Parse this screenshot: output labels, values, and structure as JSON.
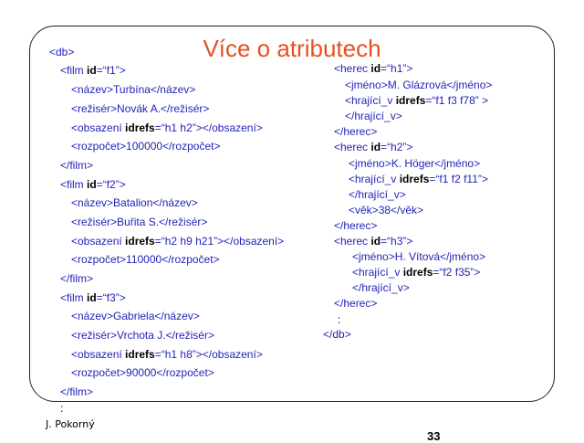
{
  "slide": {
    "title": "Více o atributech",
    "author": "J. Pokorný",
    "page_number": "33",
    "trailing_colon_left": ":",
    "left_lines": [
      [
        "<db>"
      ],
      [
        "<film ",
        "id",
        "=“f1”>"
      ],
      [
        "<název>Turbína</název>"
      ],
      [
        "<režisér>Novák A.</režisér>"
      ],
      [
        "<obsazení ",
        "idrefs",
        "=“h1 h2”></obsazení>"
      ],
      [
        "<rozpočet>100000</rozpočet>"
      ],
      [
        "</film>"
      ],
      [
        "<film ",
        "id",
        "=“f2”>"
      ],
      [
        "<název>Batalion</název>"
      ],
      [
        "<režisér>Buřita S.</režisér>"
      ],
      [
        "<obsazení ",
        "idrefs",
        "=“h2 h9 h21”></obsazení>"
      ],
      [
        "<rozpočet>110000</rozpočet>"
      ],
      [
        "</film>"
      ],
      [
        "<film ",
        "id",
        "=“f3”>"
      ],
      [
        "<název>Gabriela</název>"
      ],
      [
        "<režisér>Vrchota J.</režisér>"
      ],
      [
        "<obsazení ",
        "idrefs",
        "=“h1 h8”></obsazení>"
      ],
      [
        "<rozpočet>90000</rozpočet>"
      ],
      [
        "</film>"
      ]
    ],
    "right_lines": [
      [
        "<herec ",
        "id",
        "=“h1”>"
      ],
      [
        "<jméno>M. Glázrová</jméno>"
      ],
      [
        "<hrající_v ",
        "idrefs",
        "=“f1 f3 f78” >"
      ],
      [
        "</hrající_v>"
      ],
      [
        "</herec>"
      ],
      [
        "<herec ",
        "id",
        "=“h2”>"
      ],
      [
        "<jméno>K. Höger</jméno>"
      ],
      [
        "<hrající_v ",
        "idrefs",
        "=“f1 f2 f11”>"
      ],
      [
        "</hrající_v>"
      ],
      [
        "<věk>38</věk>"
      ],
      [
        "</herec>"
      ],
      [
        "<herec ",
        "id",
        "=“h3”>"
      ],
      [
        "<jméno>H. Vítová</jméno>"
      ],
      [
        "<hrající_v ",
        "idrefs",
        "=“f2 f35”>"
      ],
      [
        "</hrající_v>"
      ],
      [
        "</herec>"
      ],
      [
        ":"
      ],
      [
        "</db>"
      ]
    ]
  }
}
